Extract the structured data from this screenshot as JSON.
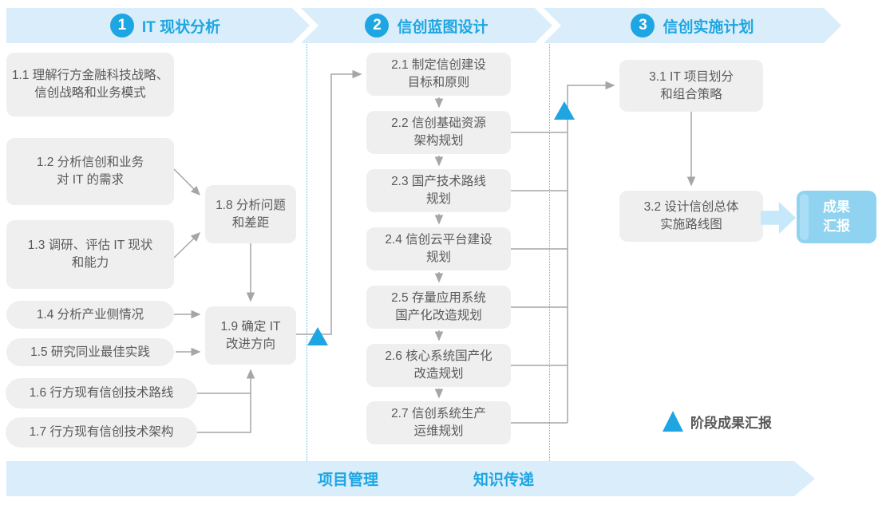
{
  "colors": {
    "accent_blue": "#1EA6E2",
    "band_blue": "#D9EDFA",
    "box_gray": "#EFEFEF",
    "box_text": "#5A5A5A",
    "connector_gray": "#A6A6A6",
    "result_blue": "#8FD3F0",
    "fat_arrow_blue": "#C5E8FA"
  },
  "phases": [
    {
      "number": "1",
      "title": "IT 现状分析",
      "steps": [
        {
          "label": "1.1 理解行方金融科技战略、\n信创战略和业务模式"
        },
        {
          "label": "1.2 分析信创和业务\n对 IT 的需求"
        },
        {
          "label": "1.3 调研、评估 IT 现状\n和能力"
        },
        {
          "label": "1.4 分析产业侧情况"
        },
        {
          "label": "1.5 研究同业最佳实践"
        },
        {
          "label": "1.6 行方现有信创技术路线"
        },
        {
          "label": "1.7 行方现有信创技术架构"
        },
        {
          "label": "1.8 分析问题\n和差距"
        },
        {
          "label": "1.9 确定 IT\n改进方向"
        }
      ]
    },
    {
      "number": "2",
      "title": "信创蓝图设计",
      "steps": [
        {
          "label": "2.1 制定信创建设\n目标和原则"
        },
        {
          "label": "2.2 信创基础资源\n架构规划"
        },
        {
          "label": "2.3 国产技术路线\n规划"
        },
        {
          "label": "2.4 信创云平台建设\n规划"
        },
        {
          "label": "2.5 存量应用系统\n国产化改造规划"
        },
        {
          "label": "2.6 核心系统国产化\n改造规划"
        },
        {
          "label": "2.7 信创系统生产\n运维规划"
        }
      ]
    },
    {
      "number": "3",
      "title": "信创实施计划",
      "steps": [
        {
          "label": "3.1 IT 项目划分\n和组合策略"
        },
        {
          "label": "3.2 设计信创总体\n实施路线图"
        }
      ]
    }
  ],
  "result_box": {
    "label": "成果\n汇报"
  },
  "legend": {
    "label": "阶段成果汇报"
  },
  "bottom_band": {
    "items": [
      {
        "label": "项目管理"
      },
      {
        "label": "知识传递"
      }
    ]
  }
}
